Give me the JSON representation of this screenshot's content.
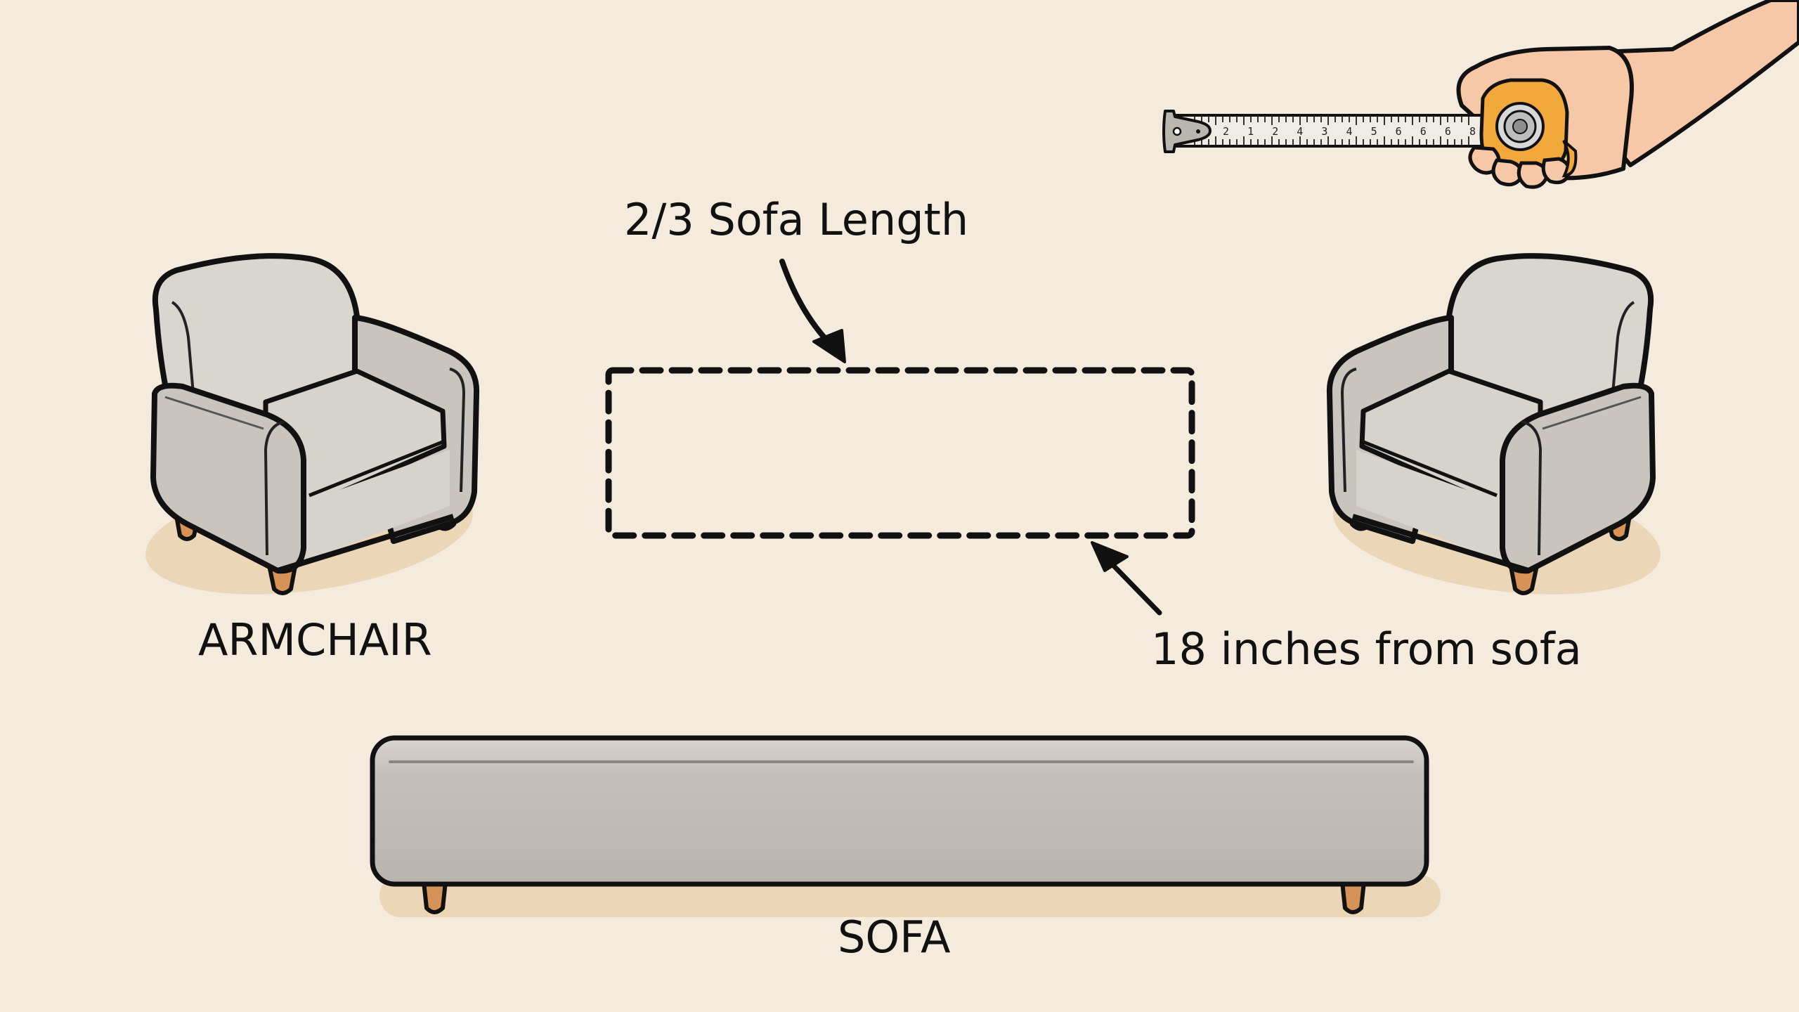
{
  "labels": {
    "coffee_table_width": "2/3 Sofa Length",
    "coffee_table_distance": "18 inches from sofa",
    "armchair": "ARMCHAIR",
    "sofa": "SOFA"
  },
  "tape_measure": {
    "numbers": [
      "2",
      "1",
      "2",
      "4",
      "3",
      "4",
      "5",
      "6",
      "6",
      "6",
      "8"
    ]
  },
  "colors": {
    "background": "#f4ebdd",
    "upholstery": "#d6d2cc",
    "upholstery_shade": "#bdb7b1",
    "wood_leg": "#d79257",
    "floor_shadow": "#ecd6b8",
    "tape_case": "#f2a83a",
    "skin": "#f6c8a8",
    "outline": "#111111"
  }
}
